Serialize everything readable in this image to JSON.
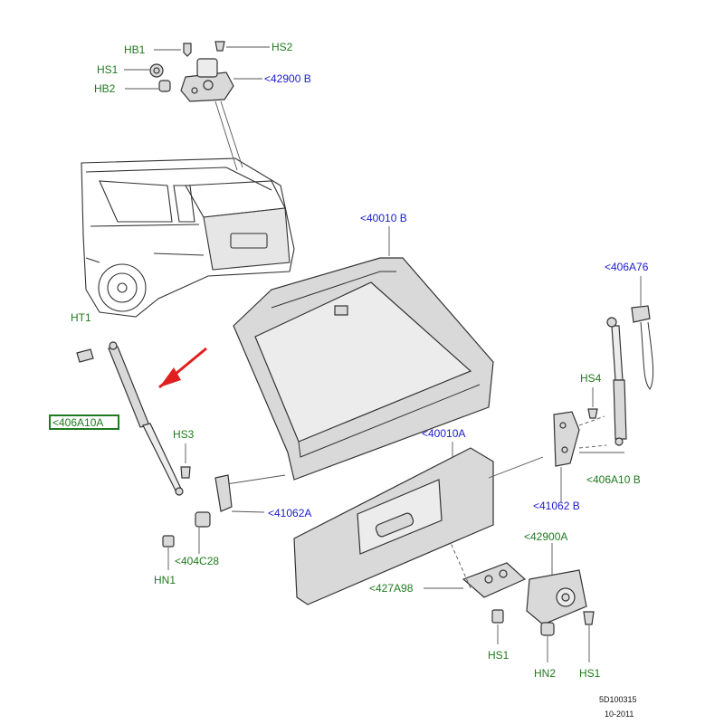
{
  "labels": {
    "hb1": "HB1",
    "hs2": "HS2",
    "hs1_top": "HS1",
    "hb2": "HB2",
    "ref_42900b": "<42900 B",
    "ref_40010b": "<40010 B",
    "ref_406a76": "<406A76",
    "ht1": "HT1",
    "ref_406a10a": "<406A10A",
    "hs3": "HS3",
    "hs4": "HS4",
    "ref_40010a": "<40010A",
    "ref_406a10b": "<406A10 B",
    "ref_41062a": "<41062A",
    "ref_41062b": "<41062 B",
    "ref_404c28": "<404C28",
    "hn1": "HN1",
    "ref_42900a": "<42900A",
    "ref_427a98": "<427A98",
    "hs1_bottom_left": "HS1",
    "hn2": "HN2",
    "hs1_bottom_right": "HS1"
  },
  "footer": {
    "drawing_code": "5D100315",
    "date": "10-2011"
  },
  "colors": {
    "part_code_green": "#1f7a1f",
    "reference_blue": "#1a1ad0",
    "arrow_red": "#e02020",
    "highlight_box": "#1f7a1f"
  }
}
